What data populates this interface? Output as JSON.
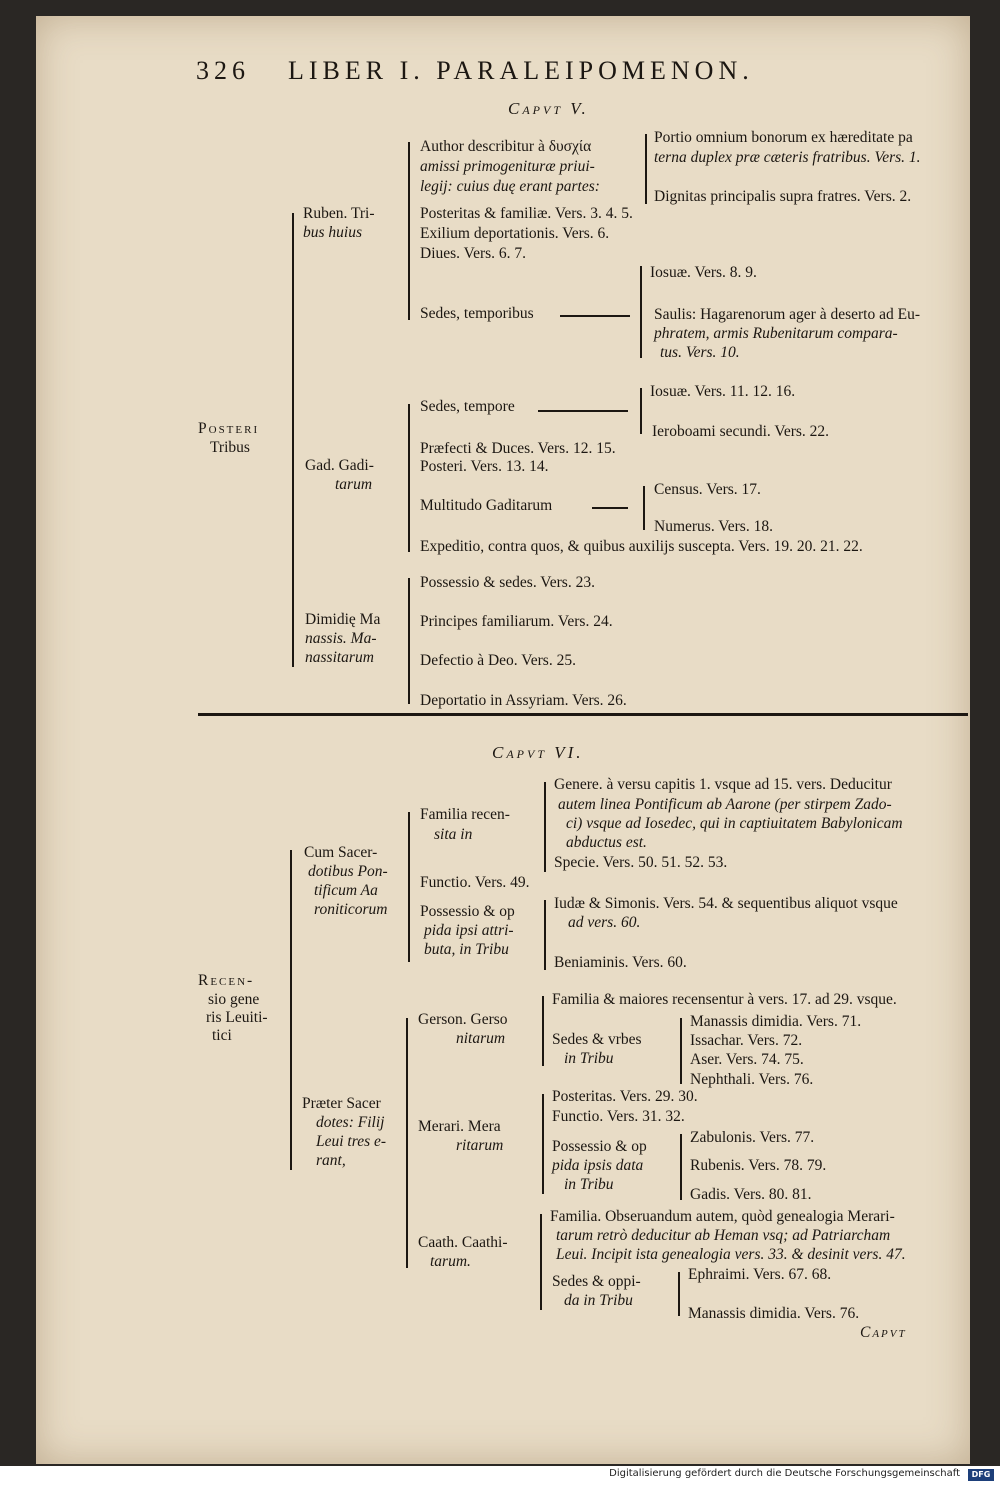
{
  "header": {
    "page_number": "326",
    "running_title": "LIBER I. PARALEIPOMENON."
  },
  "caput5": {
    "title": "Capvt V.",
    "root": [
      "Posteri",
      "Tribus"
    ],
    "ruben": {
      "label": [
        "Ruben. Tri-",
        "bus huius"
      ],
      "author": [
        "Author describitur à δυσχία",
        "amissi primogenituræ priui-",
        "legij: cuius duę erant partes:"
      ],
      "portio": [
        "Portio omnium bonorum ex hæreditate pa",
        "terna duplex præ cæteris fratribus. Vers. 1."
      ],
      "dignitas": "Dignitas principalis supra fratres. Vers. 2.",
      "posteritas": "Posteritas & familiæ. Vers. 3. 4. 5.",
      "exilium": "Exilium deportationis. Vers. 6.",
      "diues": "Diues. Vers. 6. 7.",
      "sedes": "Sedes, temporibus",
      "iosuae": "Iosuæ. Vers. 8. 9.",
      "saulis": [
        "Saulis: Hagarenorum ager à deserto ad Eu-",
        "phratem, armis Rubenitarum compara-",
        "tus. Vers. 10."
      ]
    },
    "gad": {
      "label": [
        "Gad. Gadi-",
        "tarum"
      ],
      "sedes": "Sedes, tempore",
      "iosuae": "Iosuæ. Vers. 11. 12. 16.",
      "ieroboami": "Ieroboami secundi. Vers. 22.",
      "praefecti": "Præfecti & Duces. Vers. 12. 15.",
      "posteri": "Posteri. Vers. 13. 14.",
      "multitudo": "Multitudo Gaditarum",
      "census": "Census. Vers. 17.",
      "numerus": "Numerus. Vers. 18.",
      "expeditio": "Expeditio, contra quos, & quibus auxilijs suscepta. Vers. 19. 20. 21. 22."
    },
    "manasse": {
      "label": [
        "Dimidię Ma",
        "nassis. Ma-",
        "nassitarum"
      ],
      "possessio": "Possessio & sedes. Vers. 23.",
      "principes": "Principes familiarum. Vers. 24.",
      "defectio": "Defectio à Deo. Vers. 25.",
      "deportatio": "Deportatio in Assyriam. Vers. 26."
    }
  },
  "caput6": {
    "title": "Capvt VI.",
    "root": [
      "Recen-",
      "sio gene",
      "ris Leuiti-",
      "tici"
    ],
    "cum": {
      "label": [
        "Cum Sacer-",
        "dotibus Pon-",
        "tificum Aa",
        "roniticorum"
      ],
      "familia": [
        "Familia recen-",
        "sita in"
      ],
      "genere": [
        "Genere. à versu capitis 1. vsque ad 15. vers. Deducitur",
        "autem linea Pontificum ab Aarone (per stirpem Zado-",
        "ci) vsque ad Iosedec, qui in captiuitatem Babylonicam",
        "abductus est."
      ],
      "specie": "Specie. Vers. 50. 51. 52. 53.",
      "functio": "Functio. Vers. 49.",
      "possessio": [
        "Possessio & op",
        "pida ipsi attri-",
        "buta, in Tribu"
      ],
      "iudae": [
        "Iudæ & Simonis. Vers. 54. & sequentibus aliquot vsque",
        "ad vers. 60."
      ],
      "beniamin": "Beniaminis. Vers. 60."
    },
    "praeter": {
      "label": [
        "Præter Sacer",
        "dotes: Filij",
        "Leui tres e-",
        "rant,"
      ],
      "gerson": {
        "label": [
          "Gerson. Gerso",
          "nitarum"
        ],
        "familia": "Familia & maiores recensentur à vers. 17. ad 29. vsque.",
        "sedes": [
          "Sedes & vrbes",
          "in Tribu"
        ],
        "tribes": [
          "Manassis dimidia. Vers. 71.",
          "Issachar. Vers. 72.",
          "Aser. Vers. 74. 75.",
          "Nephthali. Vers. 76."
        ]
      },
      "merari": {
        "label": [
          "Merari. Mera",
          "ritarum"
        ],
        "posteritas": "Posteritas. Vers. 29. 30.",
        "functio": "Functio. Vers. 31. 32.",
        "possessio": [
          "Possessio & op",
          "pida ipsis data",
          "in Tribu"
        ],
        "tribes": [
          "Zabulonis. Vers. 77.",
          "Rubenis. Vers. 78. 79.",
          "Gadis. Vers. 80. 81."
        ]
      },
      "caath": {
        "label": [
          "Caath. Caathi-",
          "tarum."
        ],
        "familia": [
          "Familia. Obseruandum autem, quòd genealogia Merari-",
          "tarum retrò deducitur ab Heman vsq; ad Patriarcham",
          "Leui. Incipit ista genealogia vers. 33. & desinit vers. 47."
        ],
        "sedes": [
          "Sedes & oppi-",
          "da in Tribu"
        ],
        "tribes": [
          "Ephraimi. Vers. 67. 68.",
          "Manassis dimidia. Vers. 76."
        ]
      }
    }
  },
  "catchword": "Capvt",
  "footer": {
    "text": "Digitalisierung gefördert durch die Deutsche Forschungsgemeinschaft",
    "logo": "DFG"
  }
}
